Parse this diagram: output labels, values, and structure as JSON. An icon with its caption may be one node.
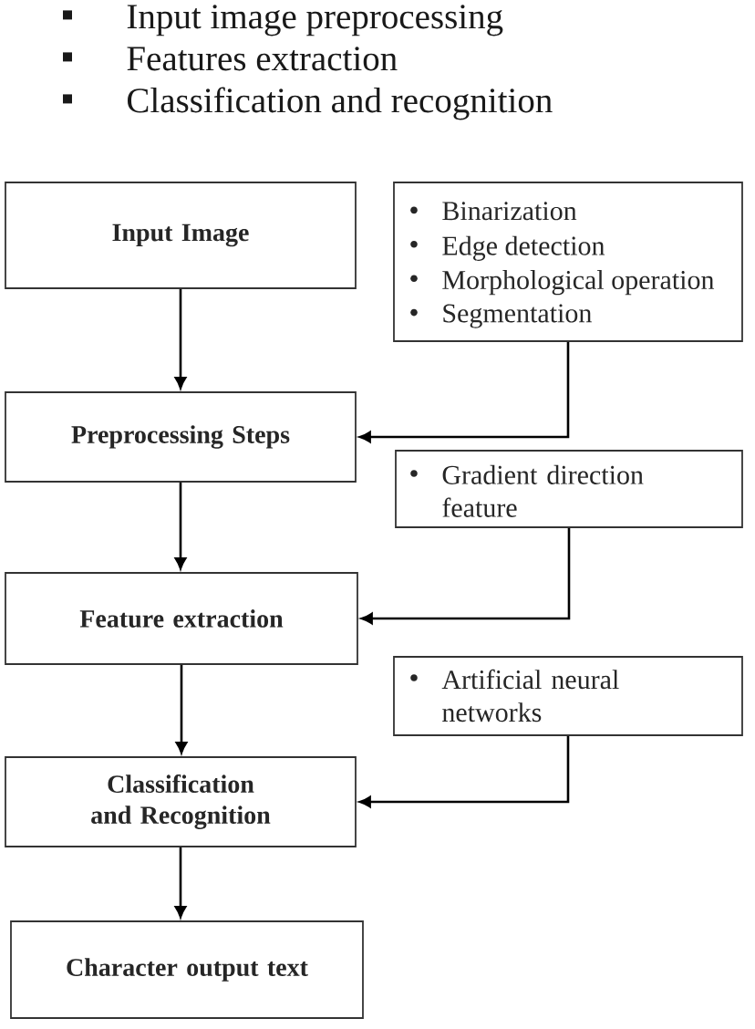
{
  "diagram": {
    "nodes": [
      {
        "text": [
          "Input Image"
        ]
      },
      {
        "text": [
          "Binarization",
          "Edge detection",
          "Morphological operation",
          "Segmentation"
        ]
      },
      {
        "text": [
          "Preprocessing Steps"
        ]
      },
      {
        "text": [
          "Gradient direction feature"
        ]
      },
      {
        "text": [
          "Feature extraction"
        ]
      },
      {
        "text": [
          "Artificial neural networks"
        ]
      },
      {
        "text": [
          "Classification and Recognition"
        ]
      },
      {
        "text": [
          "Character output text"
        ]
      }
    ],
    "edges": [
      {
        "from": 0,
        "to": 2,
        "arrow": "to"
      },
      {
        "from": 1,
        "to": 2,
        "arrow": "to"
      },
      {
        "from": 2,
        "to": 4,
        "arrow": "to"
      },
      {
        "from": 3,
        "to": 4,
        "arrow": "to"
      },
      {
        "from": 4,
        "to": 6,
        "arrow": "to"
      },
      {
        "from": 5,
        "to": 6,
        "arrow": "to"
      },
      {
        "from": 6,
        "to": 7,
        "arrow": "to"
      }
    ],
    "labels": [
      "Input image preprocessing",
      "Features extraction",
      "Classification and recognition"
    ]
  }
}
